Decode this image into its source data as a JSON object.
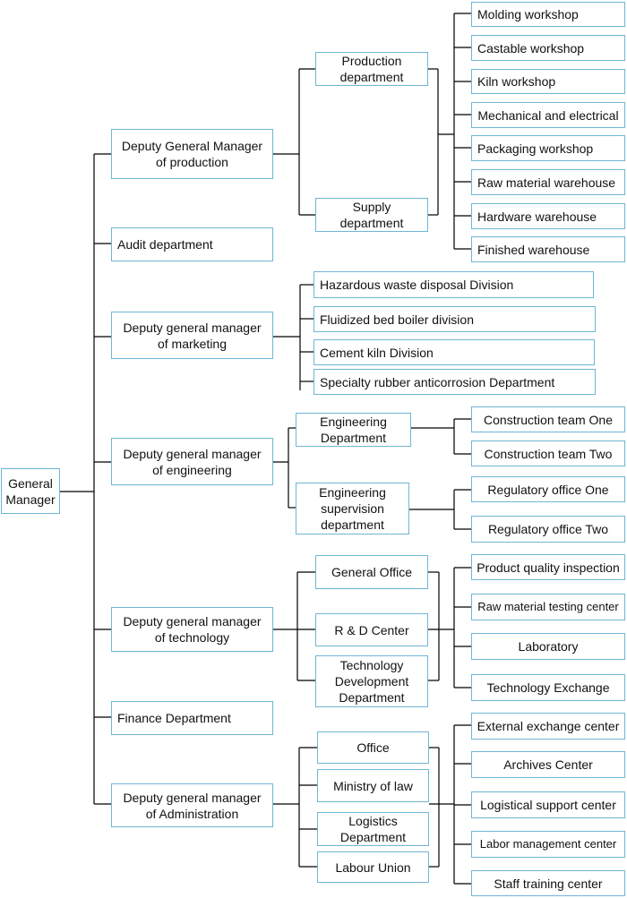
{
  "org": {
    "root": "General\nManager",
    "level1": {
      "production": "Deputy General Manager\nof production",
      "audit": "Audit department",
      "marketing": "Deputy general manager\nof marketing",
      "engineering": "Deputy general manager\nof engineering",
      "technology": "Deputy general manager\nof technology",
      "finance": "Finance Department",
      "administration": "Deputy general manager\nof Administration"
    },
    "production": {
      "departments": [
        "Production\ndepartment",
        "Supply\ndepartment"
      ],
      "units": [
        "Molding workshop",
        "Castable workshop",
        "Kiln workshop",
        "Mechanical and electrical",
        "Packaging workshop",
        "Raw material warehouse",
        "Hardware warehouse",
        "Finished warehouse"
      ]
    },
    "marketing": {
      "divisions": [
        "Hazardous waste disposal Division",
        "Fluidized bed boiler division",
        "Cement kiln Division",
        "Specialty rubber anticorrosion Department"
      ]
    },
    "engineering": {
      "departments": [
        "Engineering\nDepartment",
        "Engineering\nsupervision\ndepartment"
      ],
      "teams": [
        "Construction team One",
        "Construction team Two"
      ],
      "offices": [
        "Regulatory office One",
        "Regulatory office Two"
      ]
    },
    "technology": {
      "departments": [
        "General Office",
        "R & D Center",
        "Technology\nDevelopment\nDepartment"
      ],
      "units": [
        "Product quality inspection",
        "Raw material testing center",
        "Laboratory",
        "Technology Exchange"
      ]
    },
    "administration": {
      "departments": [
        "Office",
        "Ministry of law",
        "Logistics\nDepartment",
        "Labour Union"
      ],
      "units": [
        "External exchange center",
        "Archives Center",
        "Logistical support center",
        "Labor management center",
        "Staff training center"
      ]
    }
  }
}
